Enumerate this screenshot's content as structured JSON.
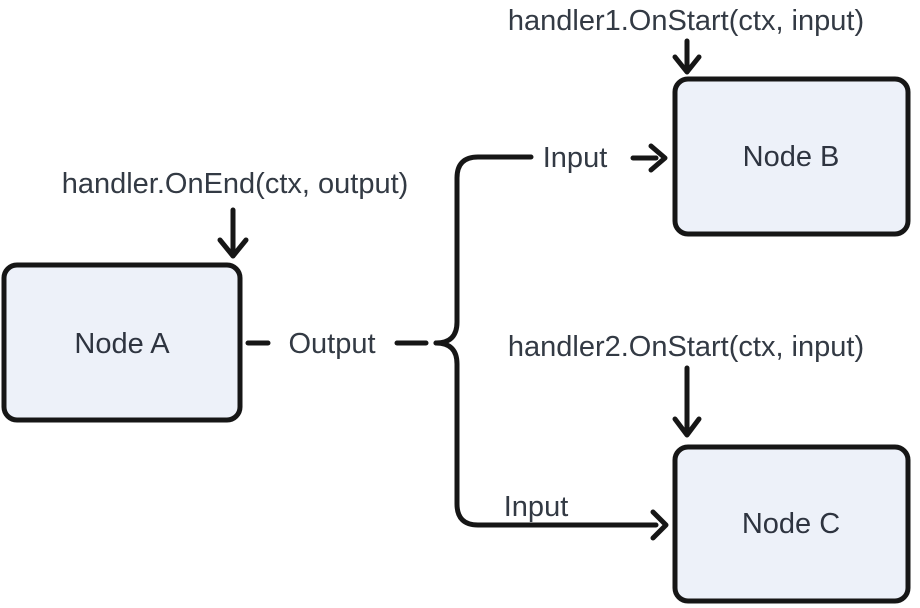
{
  "colors": {
    "background": "#ffffff",
    "node_fill": "#edf1f9",
    "line": "#161616",
    "node_text": "#2e3440",
    "label_text": "#333a44"
  },
  "nodes": {
    "a": {
      "label": "Node A"
    },
    "b": {
      "label": "Node B"
    },
    "c": {
      "label": "Node C"
    }
  },
  "callbacks": {
    "on_end": "handler.OnEnd(ctx, output)",
    "on_start_1": "handler1.OnStart(ctx, input)",
    "on_start_2": "handler2.OnStart(ctx, input)"
  },
  "edges": {
    "output": {
      "label": "Output"
    },
    "input_b": {
      "label": "Input"
    },
    "input_c": {
      "label": "Input"
    }
  }
}
